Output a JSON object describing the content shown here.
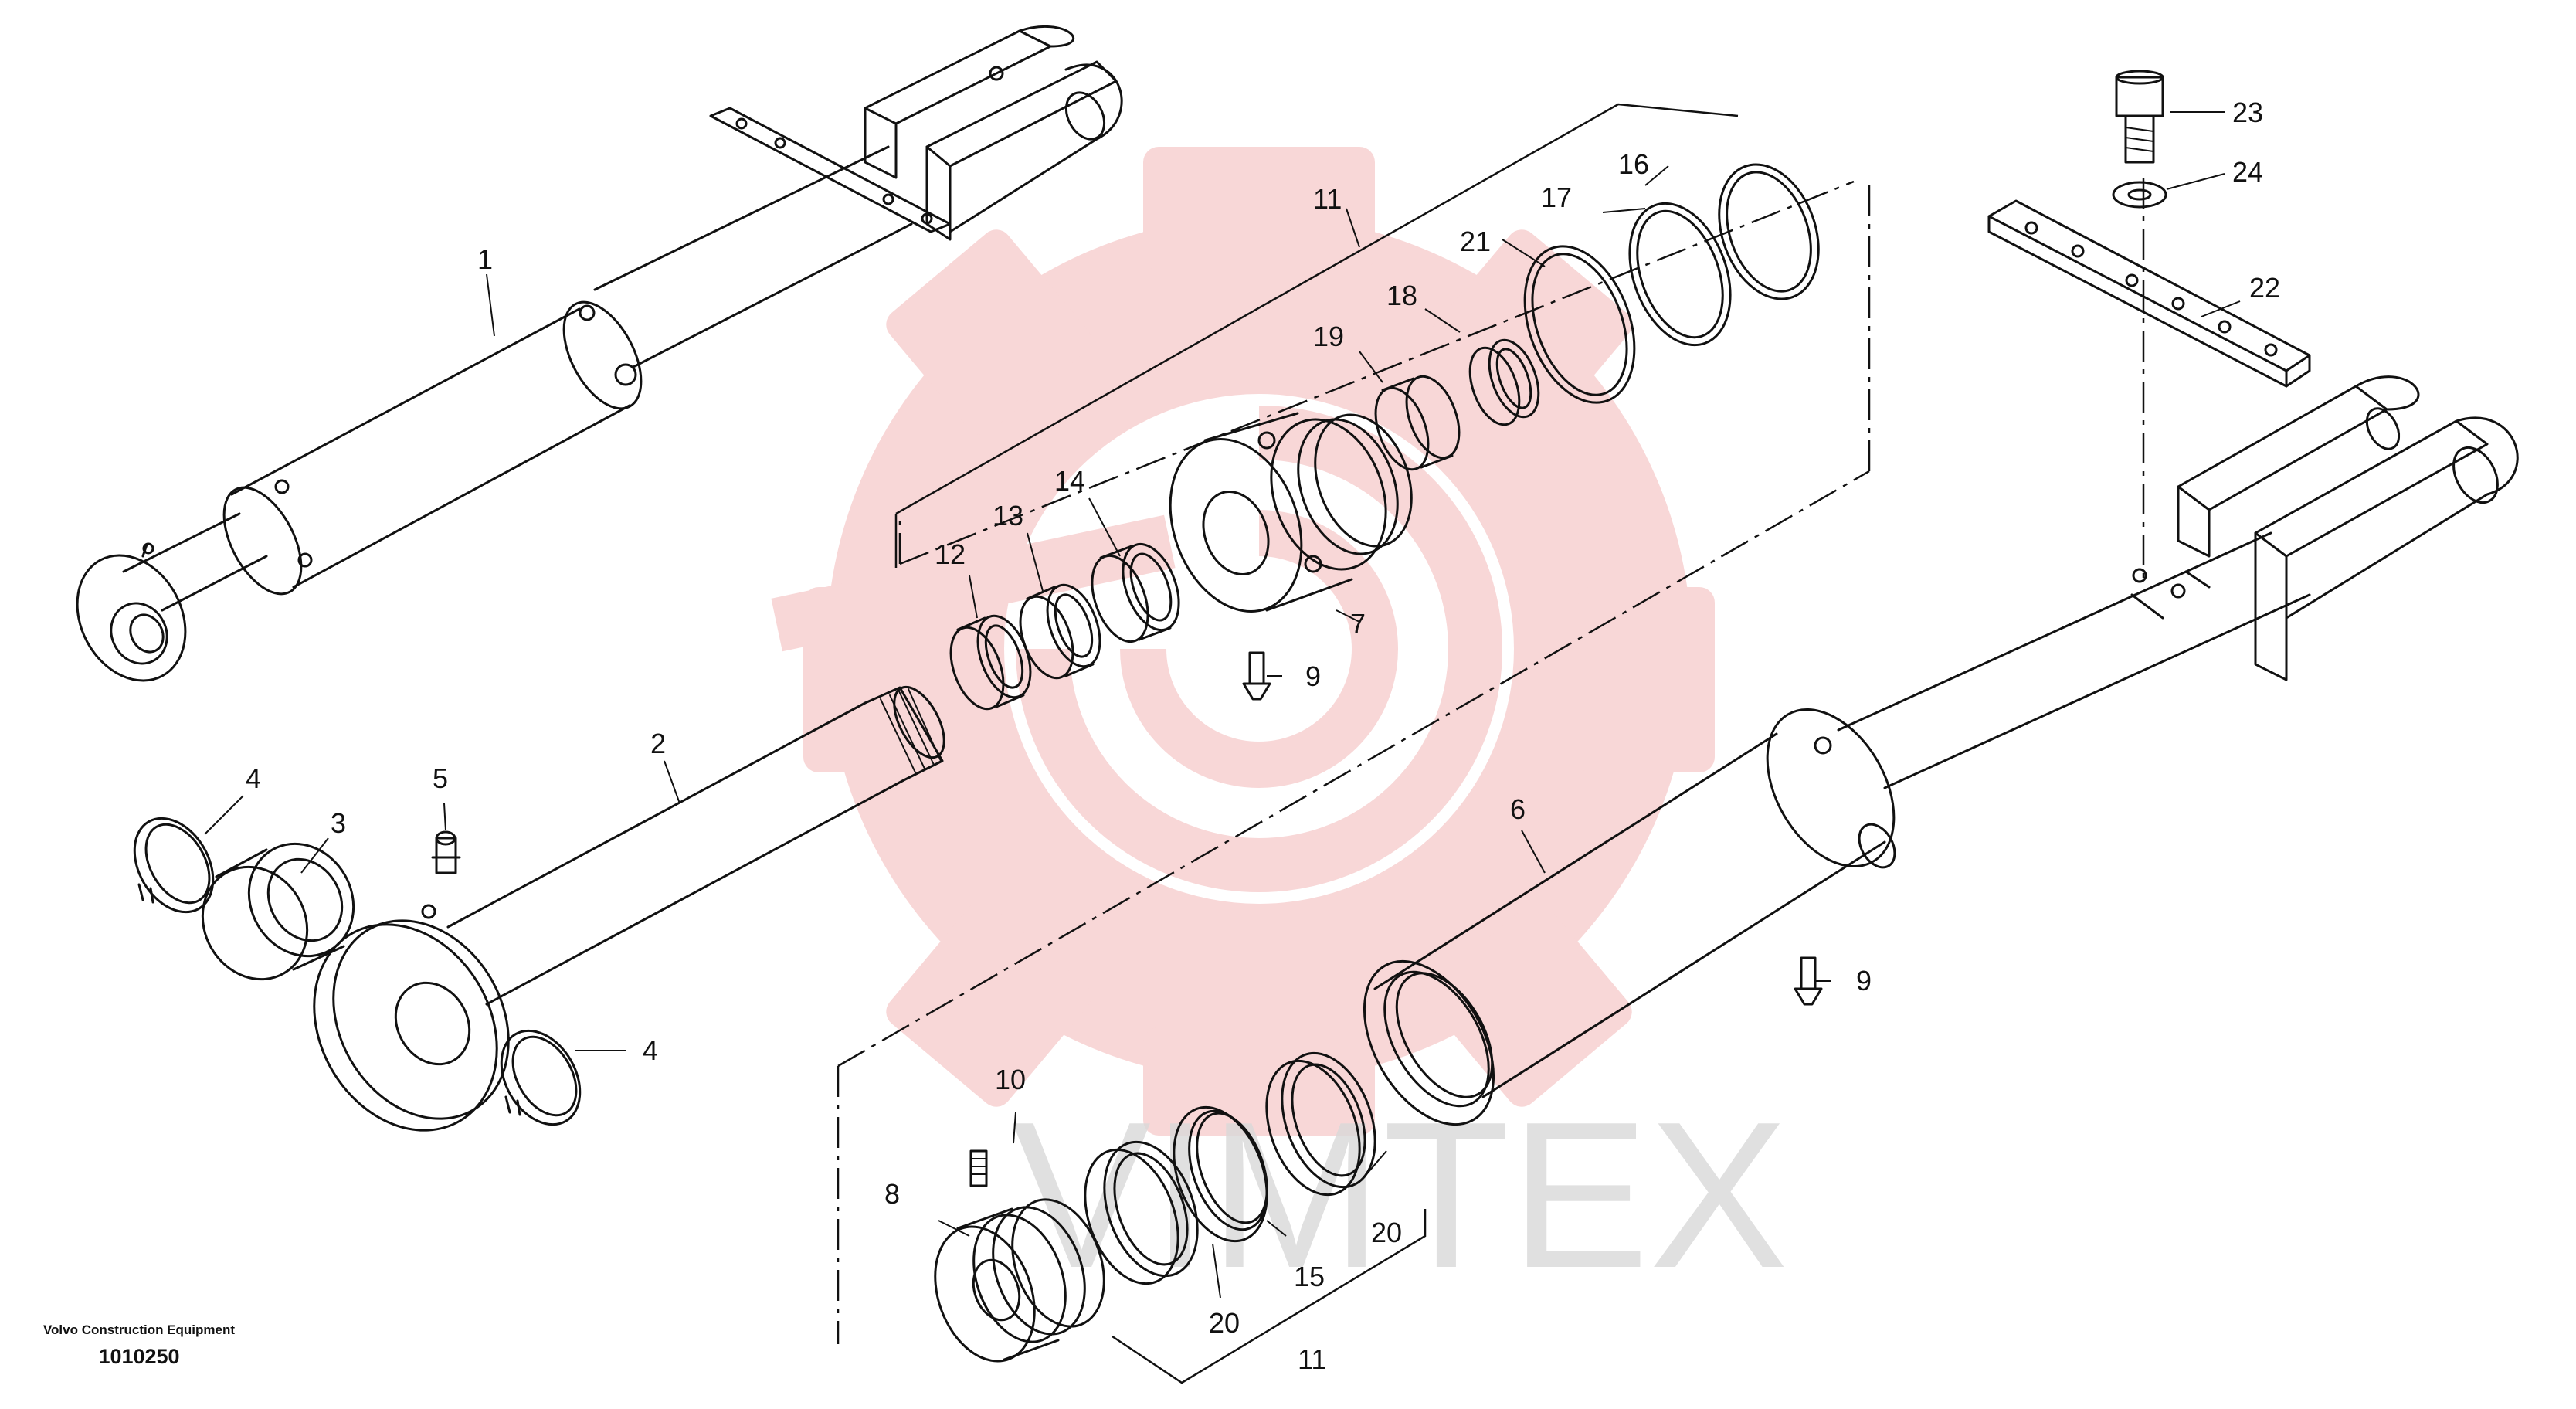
{
  "figure": {
    "parts": [
      {
        "key": "p1",
        "number": "1"
      },
      {
        "key": "p2",
        "number": "2"
      },
      {
        "key": "p3",
        "number": "3"
      },
      {
        "key": "p4a",
        "number": "4"
      },
      {
        "key": "p4b",
        "number": "4"
      },
      {
        "key": "p5",
        "number": "5"
      },
      {
        "key": "p6",
        "number": "6"
      },
      {
        "key": "p7",
        "number": "7"
      },
      {
        "key": "p8",
        "number": "8"
      },
      {
        "key": "p9a",
        "number": "9"
      },
      {
        "key": "p9b",
        "number": "9"
      },
      {
        "key": "p10",
        "number": "10"
      },
      {
        "key": "p11a",
        "number": "11"
      },
      {
        "key": "p11b",
        "number": "11"
      },
      {
        "key": "p12",
        "number": "12"
      },
      {
        "key": "p13",
        "number": "13"
      },
      {
        "key": "p14",
        "number": "14"
      },
      {
        "key": "p15",
        "number": "15"
      },
      {
        "key": "p16",
        "number": "16"
      },
      {
        "key": "p17",
        "number": "17"
      },
      {
        "key": "p18",
        "number": "18"
      },
      {
        "key": "p19",
        "number": "19"
      },
      {
        "key": "p20a",
        "number": "20"
      },
      {
        "key": "p20b",
        "number": "20"
      },
      {
        "key": "p21",
        "number": "21"
      },
      {
        "key": "p22",
        "number": "22"
      },
      {
        "key": "p23",
        "number": "23"
      },
      {
        "key": "p24",
        "number": "24"
      }
    ],
    "watermark_text": "VIMTEX",
    "watermark_color": "#f3b7b7",
    "line_color": "#111111"
  },
  "footer": {
    "manufacturer": "Volvo Construction Equipment",
    "drawing_number": "1010250"
  }
}
